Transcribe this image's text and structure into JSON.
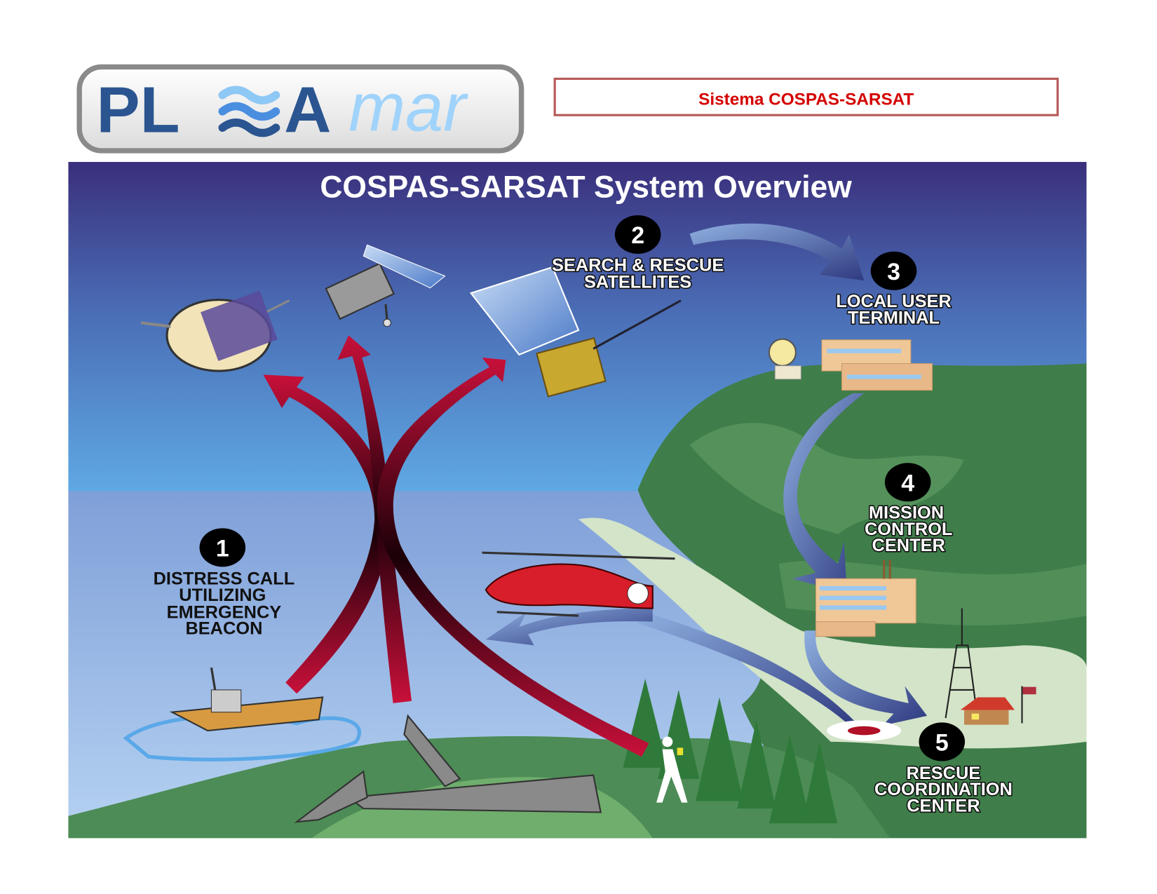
{
  "logo": {
    "part1": "PL",
    "part2": "A",
    "part3": "mar"
  },
  "header_box": {
    "title": "Sistema COSPAS-SARSAT",
    "color": "#d40000",
    "border": "#b85a5a"
  },
  "diagram": {
    "title": "COSPAS-SARSAT System Overview",
    "steps": [
      {
        "number": "1",
        "lines": [
          "DISTRESS CALL",
          "UTILIZING",
          "EMERGENCY",
          "BEACON"
        ]
      },
      {
        "number": "2",
        "lines": [
          "SEARCH & RESCUE",
          "SATELLITES"
        ]
      },
      {
        "number": "3",
        "lines": [
          "LOCAL USER",
          "TERMINAL"
        ]
      },
      {
        "number": "4",
        "lines": [
          "MISSION",
          "CONTROL",
          "CENTER"
        ]
      },
      {
        "number": "5",
        "lines": [
          "RESCUE",
          "COORDINATION",
          "CENTER"
        ]
      }
    ]
  }
}
